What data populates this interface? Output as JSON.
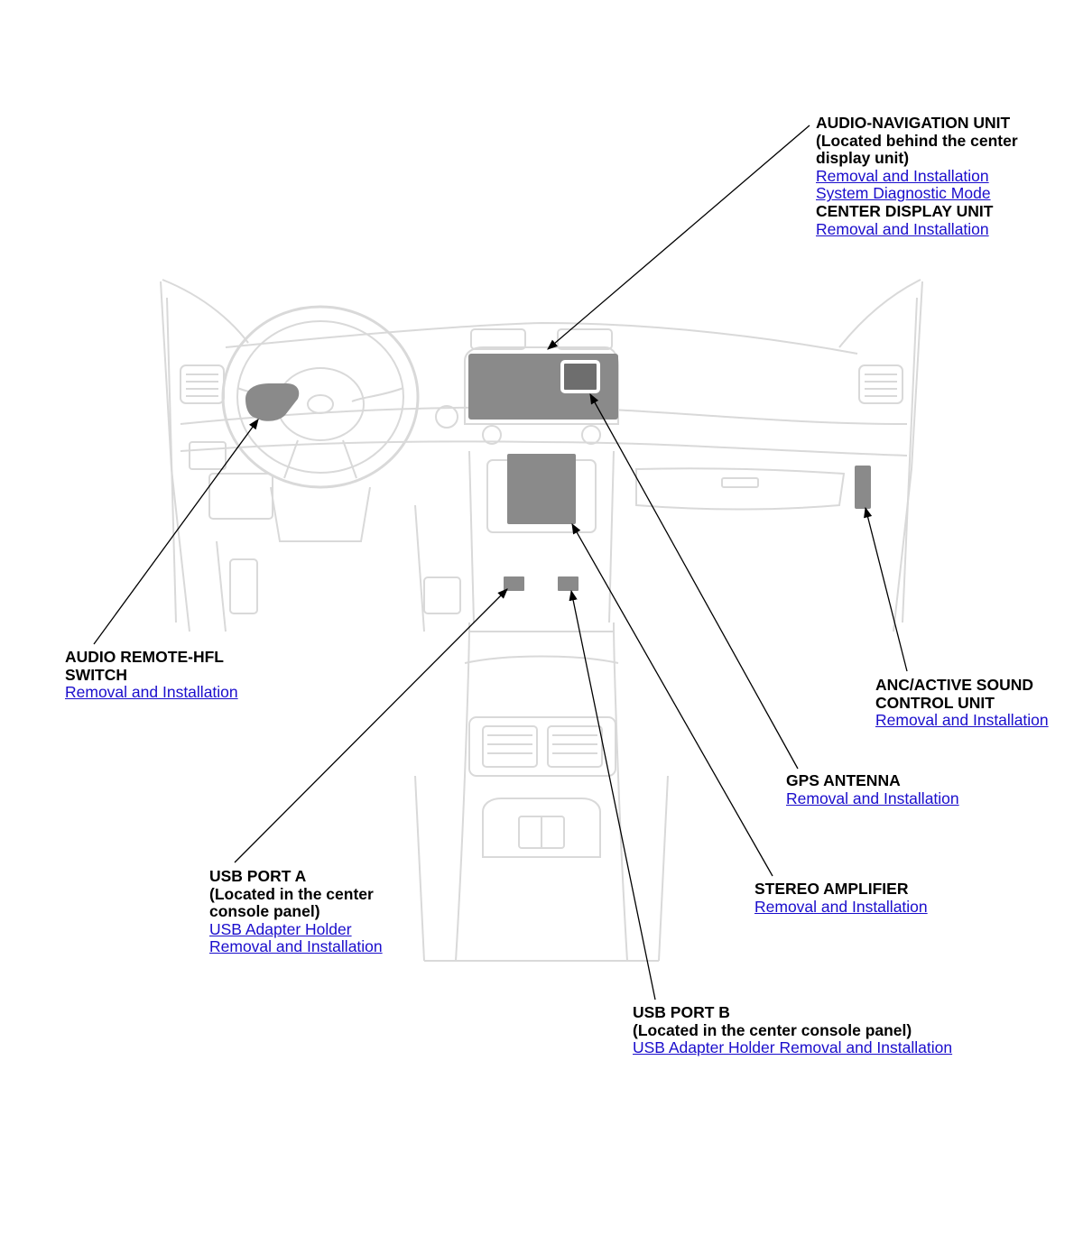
{
  "colors": {
    "line_art": "#dcdcdc",
    "component_fill": "#8a8a8a",
    "leader_line": "#000000",
    "link": "#1a0dcc"
  },
  "callouts": {
    "audio_nav": {
      "title": "AUDIO-NAVIGATION UNIT",
      "note_line1": "(Located behind the center",
      "note_line2": "display unit)",
      "link1": "Removal and Installation",
      "link2": "System Diagnostic Mode",
      "title2": "CENTER DISPLAY UNIT",
      "link3": "Removal and Installation"
    },
    "remote_switch": {
      "title_line1": "AUDIO REMOTE-HFL",
      "title_line2": "SWITCH",
      "link1": "Removal and Installation"
    },
    "anc": {
      "title_line1": "ANC/ACTIVE SOUND",
      "title_line2": "CONTROL UNIT",
      "link1": "Removal and Installation"
    },
    "gps": {
      "title": "GPS ANTENNA",
      "link1": "Removal and Installation"
    },
    "usb_a": {
      "title": "USB PORT A",
      "note_line1": "(Located in the center",
      "note_line2": "console panel)",
      "link1": "USB Adapter Holder",
      "link2": "Removal and Installation"
    },
    "amplifier": {
      "title": "STEREO AMPLIFIER",
      "link1": "Removal and Installation"
    },
    "usb_b": {
      "title": "USB PORT B",
      "note_line1": "(Located in the center console panel)",
      "link1": "USB Adapter Holder Removal and Installation"
    }
  }
}
